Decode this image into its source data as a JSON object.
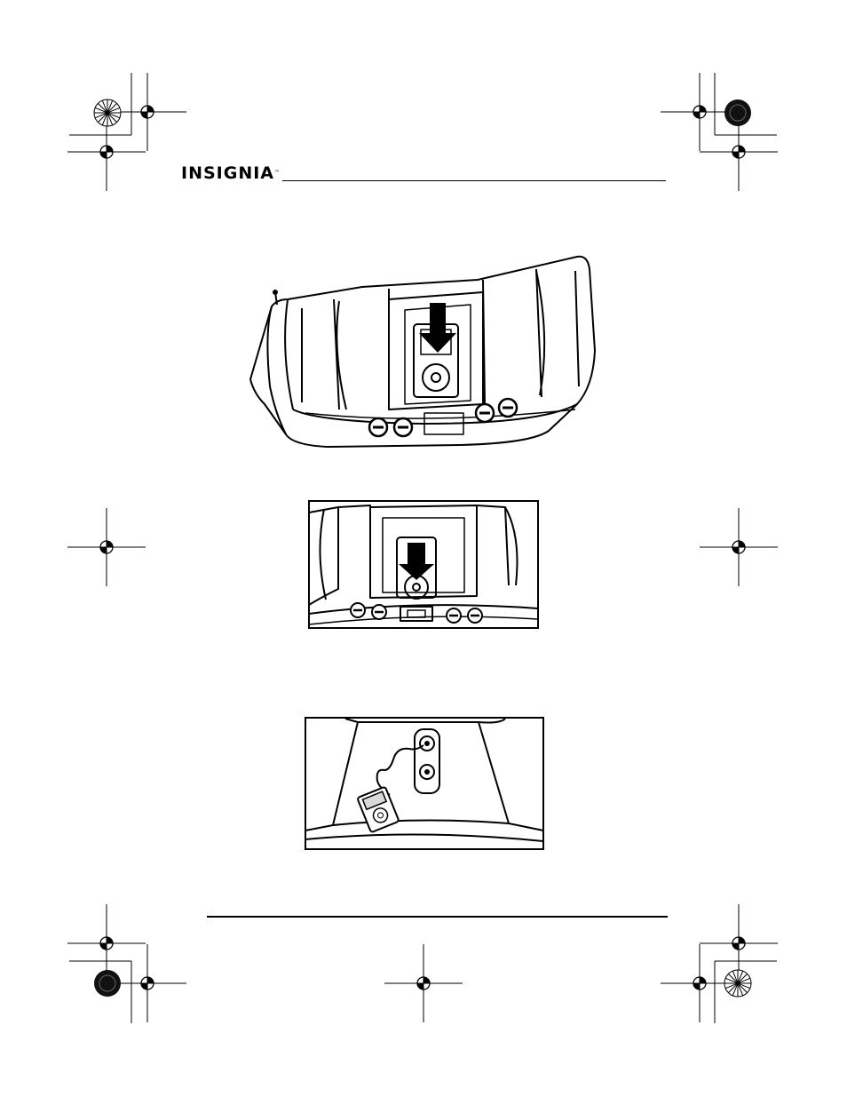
{
  "header": {
    "brand": "INSIGNIA",
    "trademark": "™"
  },
  "figures": [
    {
      "name": "speaker-dock-with-player-insert",
      "icon": "speaker-dock-insert-illustration"
    },
    {
      "name": "dock-closeup-with-player",
      "icon": "dock-closeup-illustration"
    },
    {
      "name": "aux-in-cable-connection",
      "icon": "aux-cable-illustration"
    }
  ],
  "colors": {
    "ink": "#000000",
    "paper": "#ffffff",
    "shade": "#d9d9d9"
  }
}
